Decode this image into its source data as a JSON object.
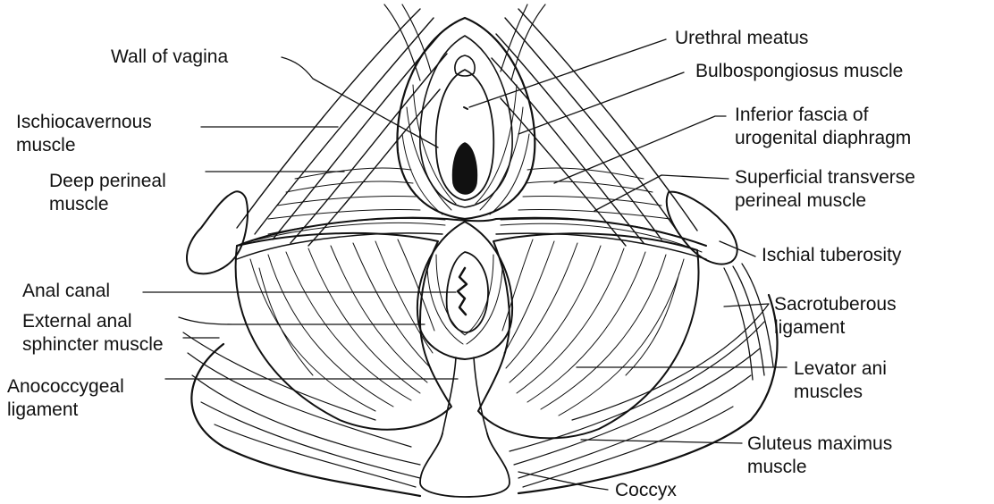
{
  "labels": {
    "wall_of_vagina": "Wall of vagina",
    "ischiocavernous": [
      "Ischiocavernous",
      "muscle"
    ],
    "deep_perineal": [
      "Deep perineal",
      "muscle"
    ],
    "anal_canal": "Anal canal",
    "external_anal_sphincter": [
      "External anal",
      "sphincter muscle"
    ],
    "anococcygeal": [
      "Anococcygeal",
      "ligament"
    ],
    "urethral_meatus": "Urethral meatus",
    "bulbospongiosus": "Bulbospongiosus muscle",
    "inferior_fascia": [
      "Inferior fascia of",
      "urogenital diaphragm"
    ],
    "superficial_transverse": [
      "Superficial transverse",
      "perineal muscle"
    ],
    "ischial_tuberosity": "Ischial tuberosity",
    "sacrotuberous": [
      "Sacrotuberous",
      "ligament"
    ],
    "levator_ani": [
      "Levator ani",
      "muscles"
    ],
    "gluteus_maximus": [
      "Gluteus maximus",
      "muscle"
    ],
    "coccyx": "Coccyx"
  }
}
